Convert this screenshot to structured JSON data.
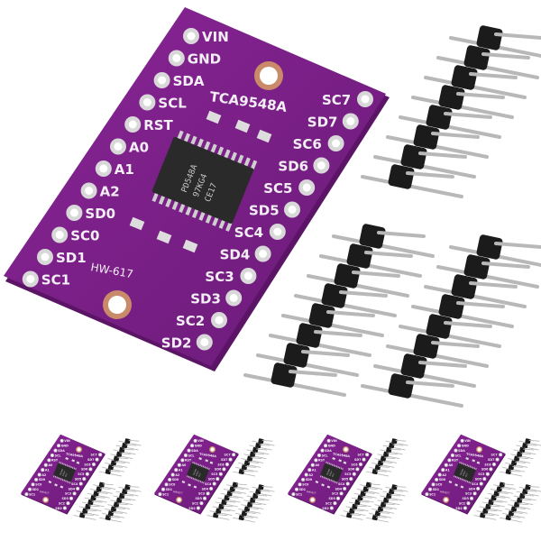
{
  "board": {
    "part_label": "TCA9548A",
    "model_label": "HW-617",
    "chip_marking": [
      "PD548A",
      "97KG4",
      "CE17"
    ],
    "left_pins": [
      "VIN",
      "GND",
      "SDA",
      "SCL",
      "RST",
      "A0",
      "A1",
      "A2",
      "SD0",
      "SC0",
      "SD1",
      "SC1"
    ],
    "right_pins": [
      "SC7",
      "SD7",
      "SC6",
      "SD6",
      "SC5",
      "SD5",
      "SC4",
      "SD4",
      "SC3",
      "SD3",
      "SC2",
      "SD2"
    ],
    "colors": {
      "pcb": "#7a1f86",
      "pcb_edge": "#5b1466",
      "pad": "#d8d8d8",
      "header": "#1b1b1b",
      "pin": "#b8b8b8"
    }
  },
  "thumbnail_count": 4
}
